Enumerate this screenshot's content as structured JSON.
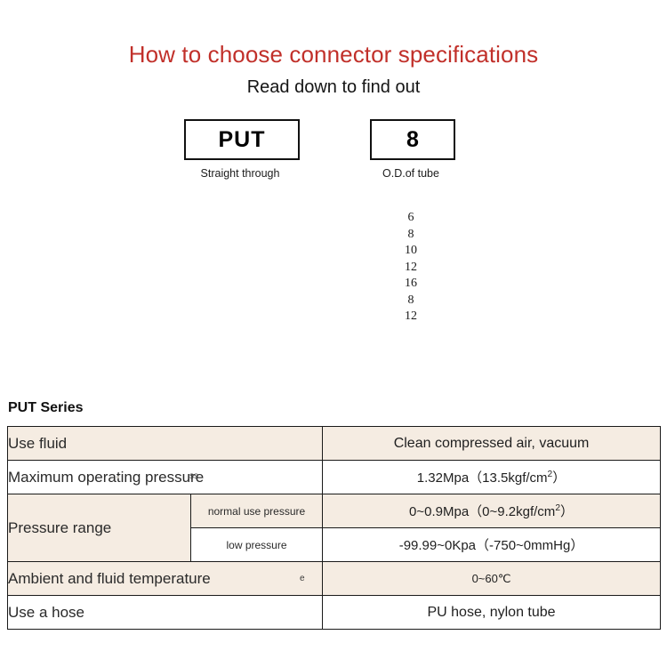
{
  "header": {
    "title": "How to choose connector specifications",
    "subtitle": "Read down to find out",
    "title_color": "#c1302a",
    "subtitle_color": "#141414"
  },
  "selector": {
    "boxes": [
      {
        "code": "PUT",
        "caption": "Straight through"
      },
      {
        "code": "8",
        "caption": "O.D.of tube"
      }
    ],
    "size_options": [
      "6",
      "8",
      "10",
      "12",
      "16",
      "8",
      "12"
    ]
  },
  "spec": {
    "series_title": "PUT Series",
    "row_beige_color": "#f5ece2",
    "row_white_color": "#ffffff",
    "rows": [
      {
        "label": "Use fluid",
        "sublabel": null,
        "value": "Clean compressed air, vacuum",
        "shade": "beige"
      },
      {
        "label": "Maximum operating pressure",
        "sublabel": null,
        "value_prefix": "1.32Mpa",
        "value_paren_open": "（13.5kgf/cm",
        "value_sup": "2",
        "value_paren_close": "）",
        "shade": "white"
      },
      {
        "label": "Pressure range",
        "sublabel": "normal use pressure",
        "value_prefix": "0~0.9Mpa",
        "value_paren_open": "（0~9.2kgf/cm",
        "value_sup": "2",
        "value_paren_close": "）",
        "shade": "beige"
      },
      {
        "label": null,
        "sublabel": "low pressure",
        "value": "-99.99~0Kpa（-750~0mmHg）",
        "shade": "white"
      },
      {
        "label": "Ambient and fluid temperature",
        "sublabel": null,
        "value": "0~60℃",
        "shade": "beige",
        "artifact": "e"
      },
      {
        "label": "Use a hose",
        "sublabel": null,
        "value": "PU hose, nylon tube",
        "shade": "white"
      }
    ]
  }
}
